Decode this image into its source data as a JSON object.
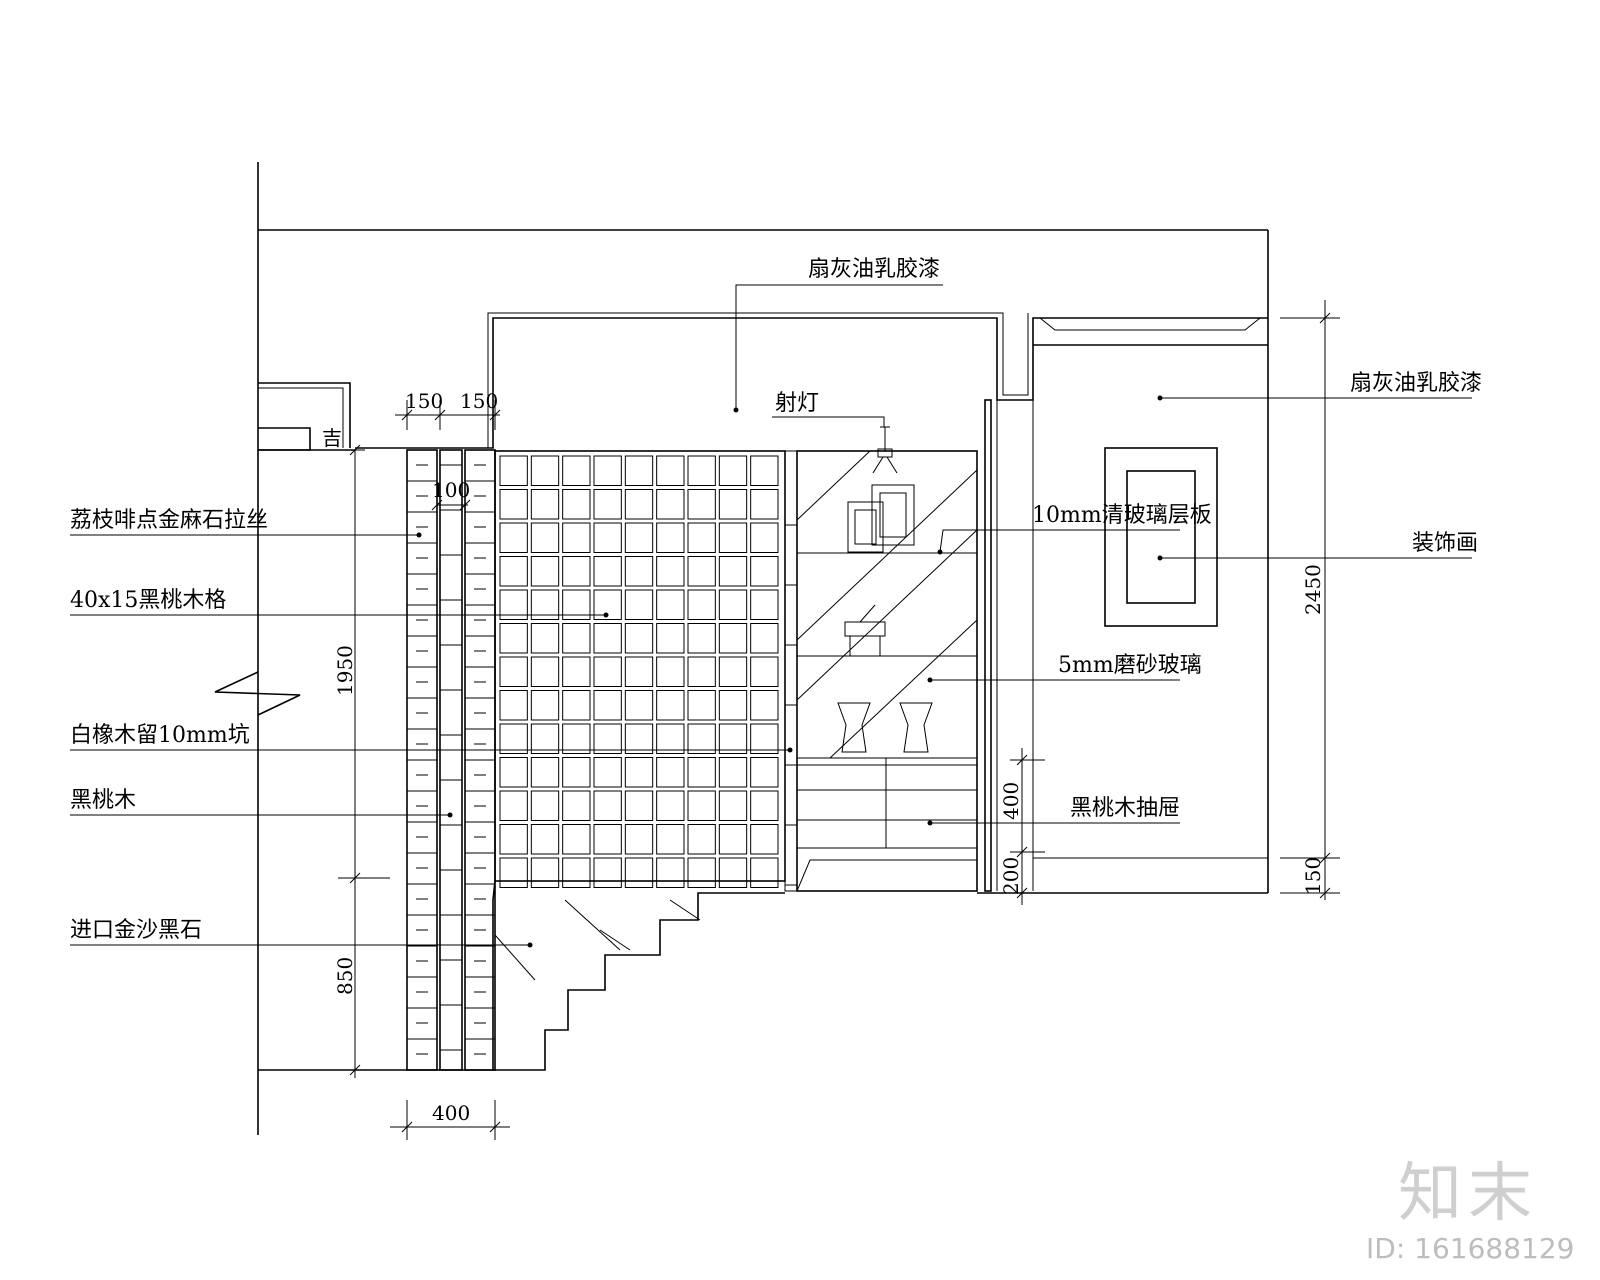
{
  "labels": {
    "paint_top": "扇灰油乳胶漆",
    "paint_right": "扇灰油乳胶漆",
    "spotlight": "射灯",
    "glass_shelf": "10mm清玻璃层板",
    "deco_painting": "装饰画",
    "frosted_glass": "5mm磨砂玻璃",
    "drawer": "黑桃木抽屉",
    "stone_brushed": "荔枝啡点金麻石拉丝",
    "wood_grid": "40x15黑桃木格",
    "white_oak": "白橡木留10mm坑",
    "black_walnut": "黑桃木",
    "black_stone": "进口金沙黑石"
  },
  "dimensions": {
    "d150a": "150",
    "d150b": "150",
    "d100": "100",
    "d1950": "1950",
    "d850": "850",
    "d400_bottom": "400",
    "d400_right": "400",
    "d200": "200",
    "d2450": "2450",
    "d150_right": "150"
  },
  "watermark": {
    "logo": "知末",
    "id": "ID: 161688129"
  }
}
